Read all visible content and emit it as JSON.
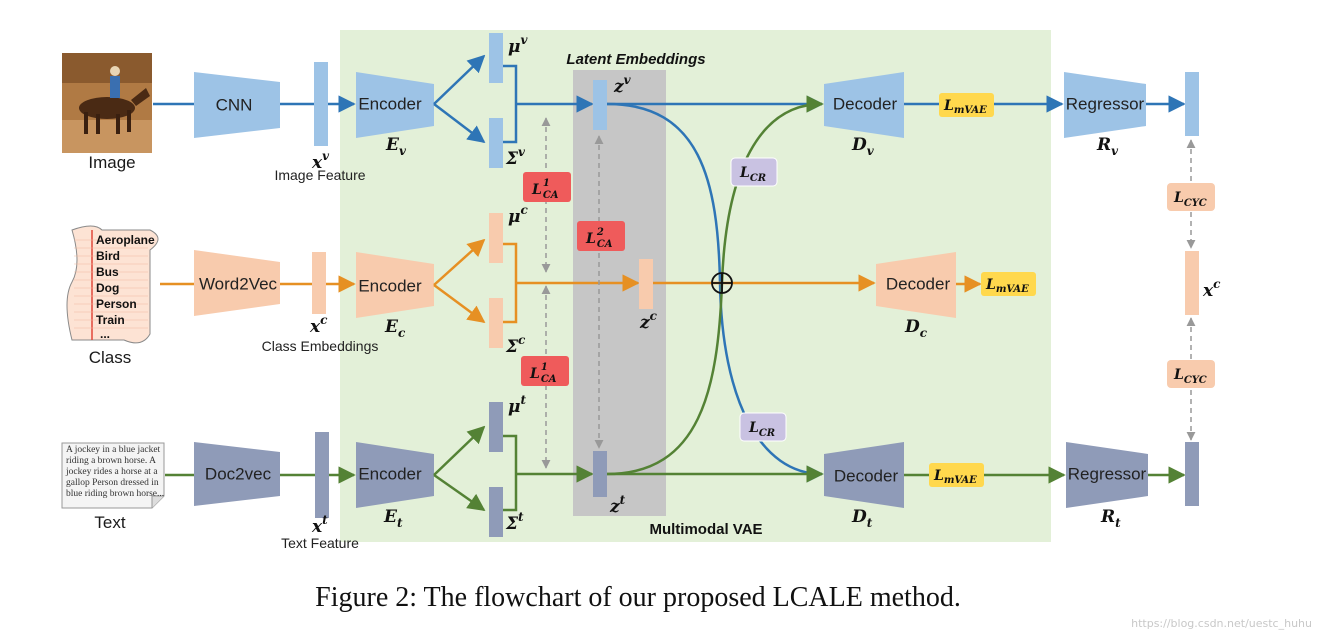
{
  "panel": {
    "latent_title": "Latent Embeddings",
    "vae_title": "Multimodal VAE"
  },
  "inputs": {
    "image": {
      "caption": "Image",
      "feature_caption": "Image Feature"
    },
    "class": {
      "caption": "Class",
      "feature_caption": "Class Embeddings",
      "items": [
        "Aeroplane",
        "Bird",
        "Bus",
        "Dog",
        "Person",
        "Train",
        "..."
      ]
    },
    "text": {
      "caption": "Text",
      "feature_caption": "Text Feature",
      "lines": [
        "A jockey in a blue jacket",
        "riding a brown horse. A",
        "jockey rides a horse at a",
        "gallop Person dressed in",
        "blue riding brown horse..."
      ]
    }
  },
  "extractors": {
    "cnn": "CNN",
    "word2vec": "Word2Vec",
    "doc2vec": "Doc2vec"
  },
  "features": {
    "v": {
      "base": "x",
      "sup": "v"
    },
    "c": {
      "base": "x",
      "sup": "c"
    },
    "t": {
      "base": "x",
      "sup": "t"
    }
  },
  "encoders": {
    "label": "Encoder",
    "v": {
      "base": "E",
      "sub": "v"
    },
    "c": {
      "base": "E",
      "sub": "c"
    },
    "t": {
      "base": "E",
      "sub": "t"
    }
  },
  "params": {
    "mu_v": {
      "base": "μ",
      "sup": "v"
    },
    "sigma_v": {
      "base": "Σ",
      "sup": "v"
    },
    "mu_c": {
      "base": "μ",
      "sup": "c"
    },
    "sigma_c": {
      "base": "Σ",
      "sup": "c"
    },
    "mu_t": {
      "base": "μ",
      "sup": "t"
    },
    "sigma_t": {
      "base": "Σ",
      "sup": "t"
    }
  },
  "latents": {
    "v": {
      "base": "z",
      "sup": "v"
    },
    "c": {
      "base": "z",
      "sup": "c"
    },
    "t": {
      "base": "z",
      "sup": "t"
    }
  },
  "decoders": {
    "label": "Decoder",
    "v": {
      "base": "D",
      "sub": "v"
    },
    "c": {
      "base": "D",
      "sub": "c"
    },
    "t": {
      "base": "D",
      "sub": "t"
    }
  },
  "regressors": {
    "label": "Regressor",
    "v": {
      "base": "R",
      "sub": "v"
    },
    "t": {
      "base": "R",
      "sub": "t"
    }
  },
  "output_feature": {
    "base": "x",
    "sup": "c"
  },
  "losses": {
    "ca1_top": {
      "base": "L",
      "sup": "1",
      "sub": "CA"
    },
    "ca2": {
      "base": "L",
      "sup": "2",
      "sub": "CA"
    },
    "ca1_bottom": {
      "base": "L",
      "sup": "1",
      "sub": "CA"
    },
    "cr_top": {
      "base": "L",
      "sub": "CR"
    },
    "cr_bottom": {
      "base": "L",
      "sub": "CR"
    },
    "mvae_v": {
      "base": "L",
      "sub": "mVAE"
    },
    "mvae_c": {
      "base": "L",
      "sub": "mVAE"
    },
    "mvae_t": {
      "base": "L",
      "sub": "mVAE"
    },
    "cyc_top": {
      "base": "L",
      "sub": "CYC"
    },
    "cyc_bottom": {
      "base": "L",
      "sub": "CYC"
    }
  },
  "colors": {
    "panel": "#e3f0d8",
    "latent_band": "#c6c6c6",
    "visual": "#9dc3e6",
    "class": "#f8cbad",
    "text": "#8f9bb8",
    "blue_arrow": "#2e75b6",
    "orange_arrow": "#e69023",
    "green_arrow": "#548235",
    "ca_loss": "#ef5b5b",
    "cr_loss": "#c9c2e2",
    "mvae_loss": "#ffd84d",
    "cyc_loss": "#f8cbad"
  },
  "caption": "Figure 2: The flowchart of our proposed LCALE method.",
  "watermark": "https://blog.csdn.net/uestc_huhu"
}
